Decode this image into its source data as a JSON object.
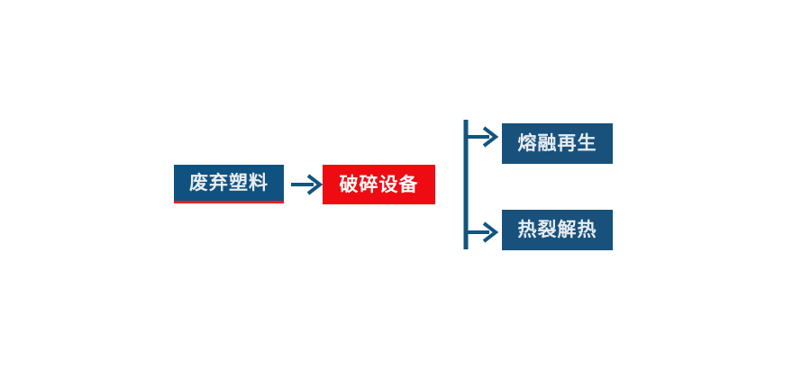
{
  "diagram": {
    "type": "process-flow",
    "orientation": "left-to-right",
    "background_color": "#FFFFFF",
    "colors": {
      "primary_blue": "#0F517F",
      "node_blue": "#18517C",
      "accent_red": "#EE0B12",
      "underline_red": "#ED1C24",
      "connector_blue": "#12557F",
      "node_text": "#E8EDF2"
    },
    "nodes": {
      "source": {
        "label": "废弃塑料",
        "fill": "#0F517F",
        "text_color": "#E8EDF2",
        "accent": "#ED1C24"
      },
      "equipment": {
        "label": "破碎设备",
        "fill": "#EE0B12",
        "text_color": "#FFFFFF"
      },
      "outcomes": [
        {
          "label": "熔融再生",
          "fill": "#18517C",
          "text_color": "#E6ECF1"
        },
        {
          "label": "热裂解热",
          "fill": "#18517C",
          "text_color": "#E6ECF1"
        }
      ]
    },
    "connectors": {
      "main_arrow": {
        "icon": "arrow-right-icon",
        "from": "废弃塑料",
        "to": "破碎设备",
        "color": "#12557F"
      },
      "branch": {
        "icon": "branch-split-icon",
        "from": "破碎设备",
        "to": [
          "熔融再生",
          "热裂解热"
        ],
        "color": "#12557F",
        "branch_count": 2
      }
    }
  }
}
